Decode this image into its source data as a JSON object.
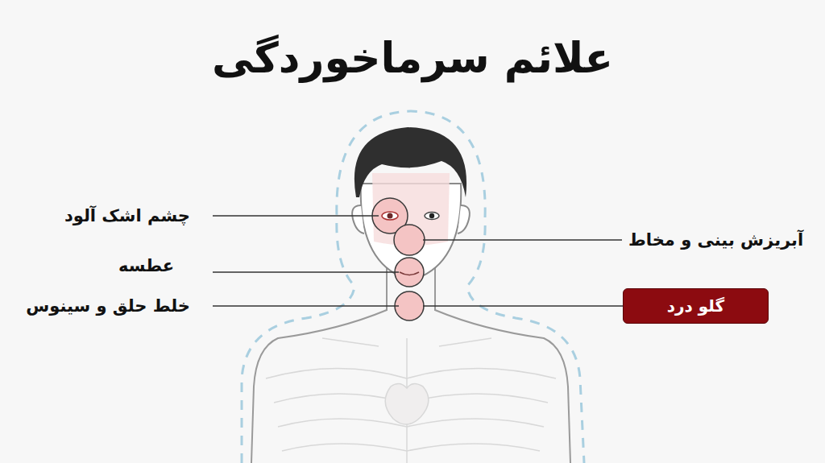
{
  "diagram": {
    "title": "علائم سرماخوردگی",
    "nodes": [
      {
        "text": [
          "گلو درد"
        ]
      }
    ],
    "labels": [
      "چشم اشک آلود",
      "عطسه",
      "خلط حلق و سینوس",
      "آبریزش بینی و مخاط"
    ]
  }
}
